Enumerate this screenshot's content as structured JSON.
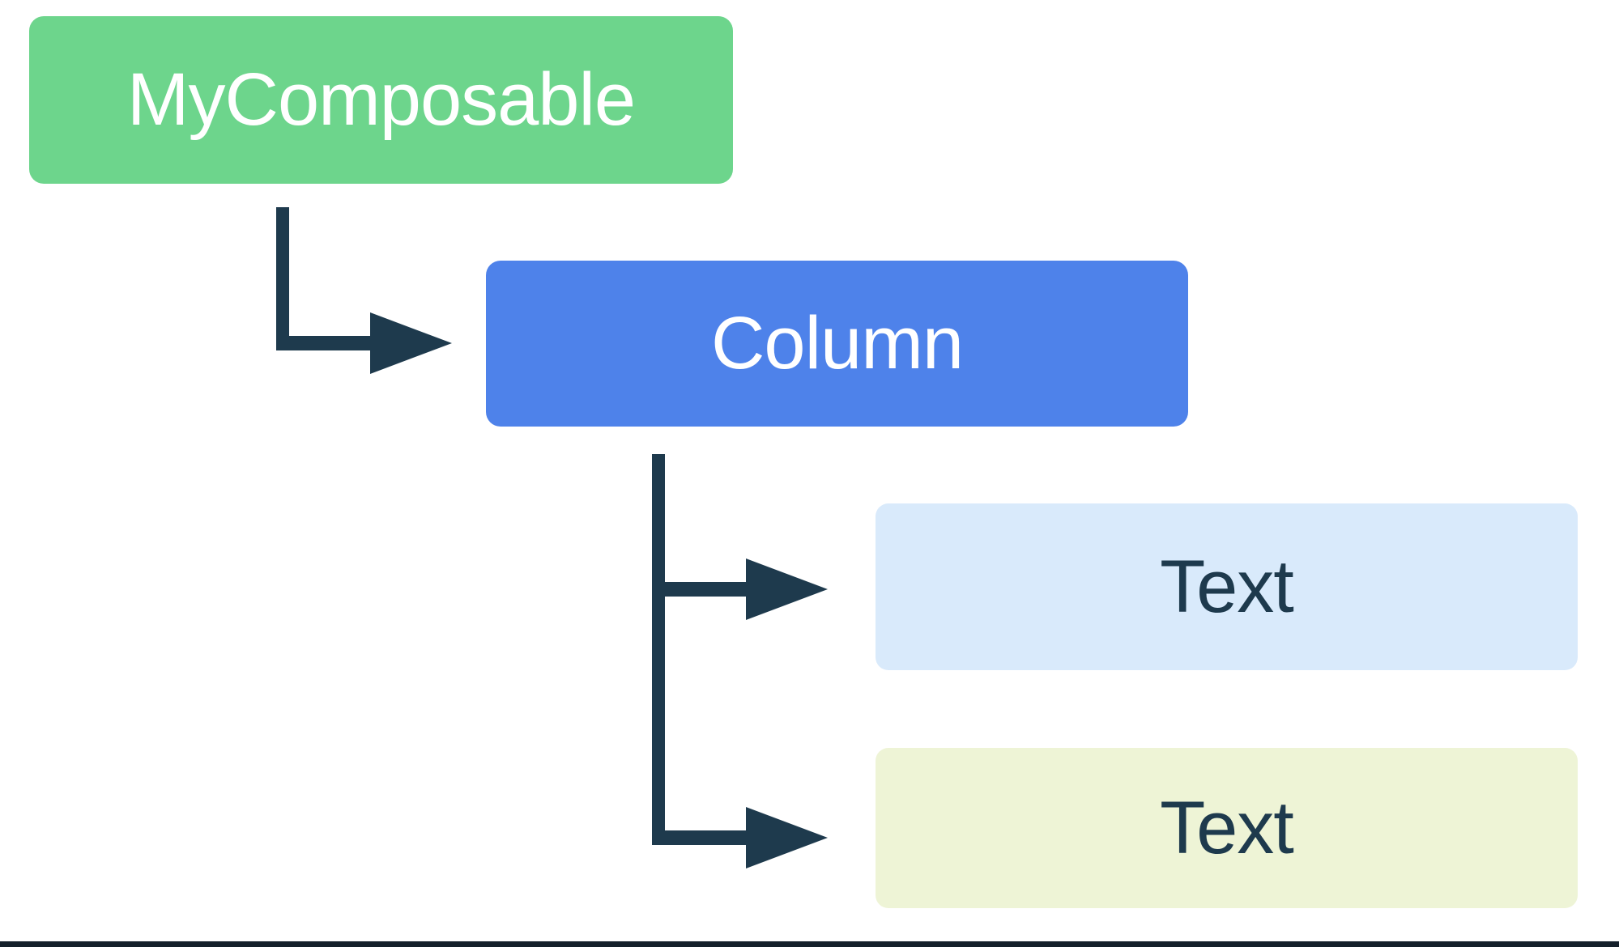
{
  "diagram": {
    "nodes": {
      "my_composable": {
        "label": "MyComposable",
        "bg": "#6DD58C",
        "text_color": "#FFFFFF"
      },
      "column": {
        "label": "Column",
        "bg": "#4E82EA",
        "text_color": "#FFFFFF"
      },
      "text_1": {
        "label": "Text",
        "bg": "#D9EAFB",
        "text_color": "#1E3A4D"
      },
      "text_2": {
        "label": "Text",
        "bg": "#EEF4D6",
        "text_color": "#1E3A4D"
      }
    },
    "colors": {
      "background": "#FFFFFF",
      "arrow": "#1E3A4D",
      "bottom_border": "#15202B"
    }
  }
}
